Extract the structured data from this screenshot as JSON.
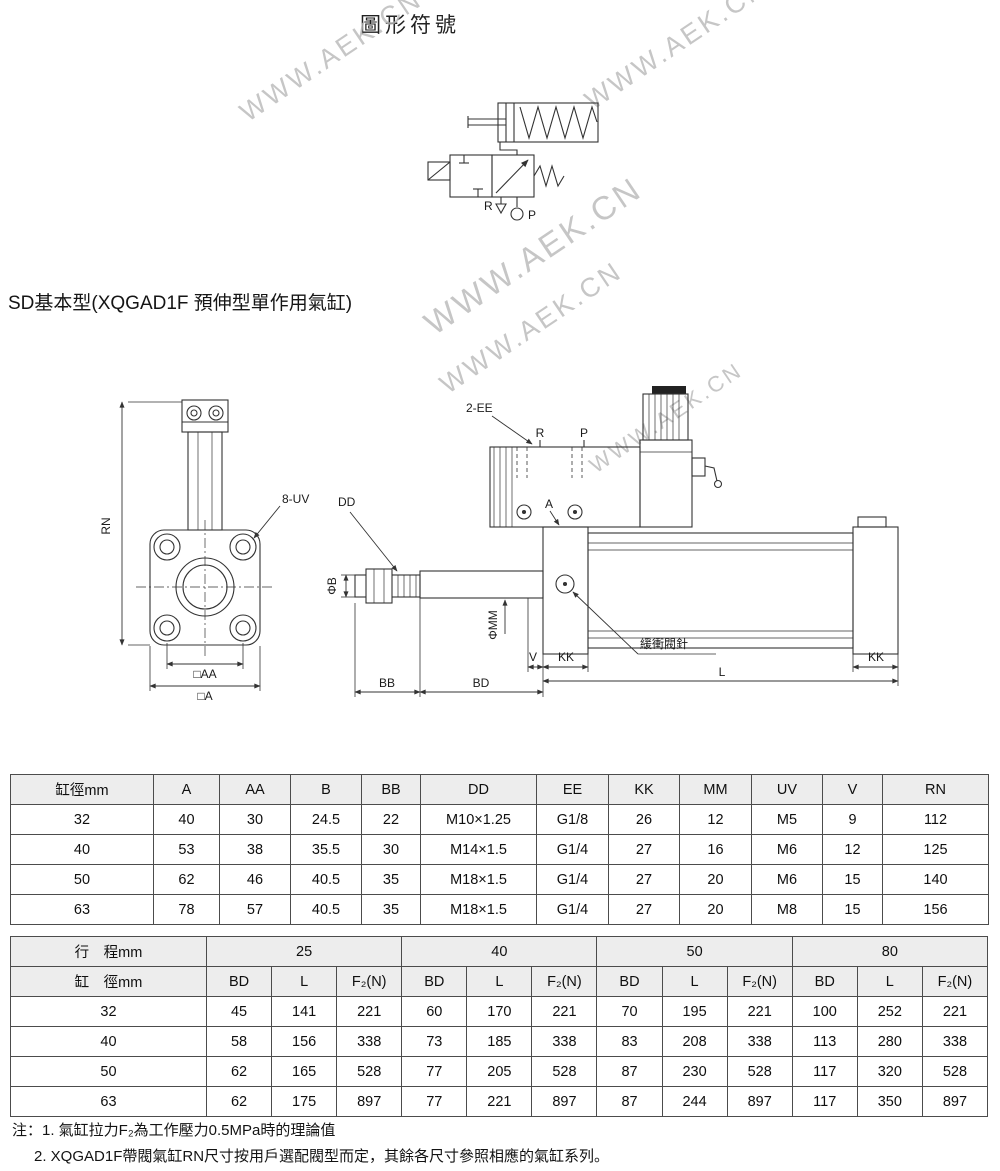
{
  "page": {
    "title": "圖形符號",
    "section_title": "SD基本型(XQGAD1F 預伸型單作用氣缸)",
    "watermark": "WWW.AEK.CN"
  },
  "drawing_labels": {
    "rn": "RN",
    "uv": "8-UV",
    "sq_aa": "□AA",
    "sq_a": "□A",
    "dd": "DD",
    "phi_b": "ΦB",
    "phi_mm": "ΦMM",
    "bb": "BB",
    "bd": "BD",
    "v": "V",
    "kk": "KK",
    "l": "L",
    "ee": "2-EE",
    "r": "R",
    "p": "P",
    "a": "A",
    "cushion": "緩衝閥針"
  },
  "table1": {
    "headers": [
      "缸徑mm",
      "A",
      "AA",
      "B",
      "BB",
      "DD",
      "EE",
      "KK",
      "MM",
      "UV",
      "V",
      "RN"
    ],
    "rows": [
      [
        "32",
        "40",
        "30",
        "24.5",
        "22",
        "M10×1.25",
        "G1/8",
        "26",
        "12",
        "M5",
        "9",
        "112"
      ],
      [
        "40",
        "53",
        "38",
        "35.5",
        "30",
        "M14×1.5",
        "G1/4",
        "27",
        "16",
        "M6",
        "12",
        "125"
      ],
      [
        "50",
        "62",
        "46",
        "40.5",
        "35",
        "M18×1.5",
        "G1/4",
        "27",
        "20",
        "M6",
        "15",
        "140"
      ],
      [
        "63",
        "78",
        "57",
        "40.5",
        "35",
        "M18×1.5",
        "G1/4",
        "27",
        "20",
        "M8",
        "15",
        "156"
      ]
    ]
  },
  "table2": {
    "stroke_header": "行　程mm",
    "bore_header": "缸　徑mm",
    "strokes": [
      "25",
      "40",
      "50",
      "80"
    ],
    "sub_headers": [
      "BD",
      "L",
      "F₂(N)"
    ],
    "rows": [
      [
        "32",
        "45",
        "141",
        "221",
        "60",
        "170",
        "221",
        "70",
        "195",
        "221",
        "100",
        "252",
        "221"
      ],
      [
        "40",
        "58",
        "156",
        "338",
        "73",
        "185",
        "338",
        "83",
        "208",
        "338",
        "113",
        "280",
        "338"
      ],
      [
        "50",
        "62",
        "165",
        "528",
        "77",
        "205",
        "528",
        "87",
        "230",
        "528",
        "117",
        "320",
        "528"
      ],
      [
        "63",
        "62",
        "175",
        "897",
        "77",
        "221",
        "897",
        "87",
        "244",
        "897",
        "117",
        "350",
        "897"
      ]
    ]
  },
  "notes": [
    "注：1. 氣缸拉力F₂為工作壓力0.5MPa時的理論值",
    "2. XQGAD1F帶閥氣缸RN尺寸按用戶選配閥型而定，其餘各尺寸參照相應的氣缸系列。"
  ]
}
